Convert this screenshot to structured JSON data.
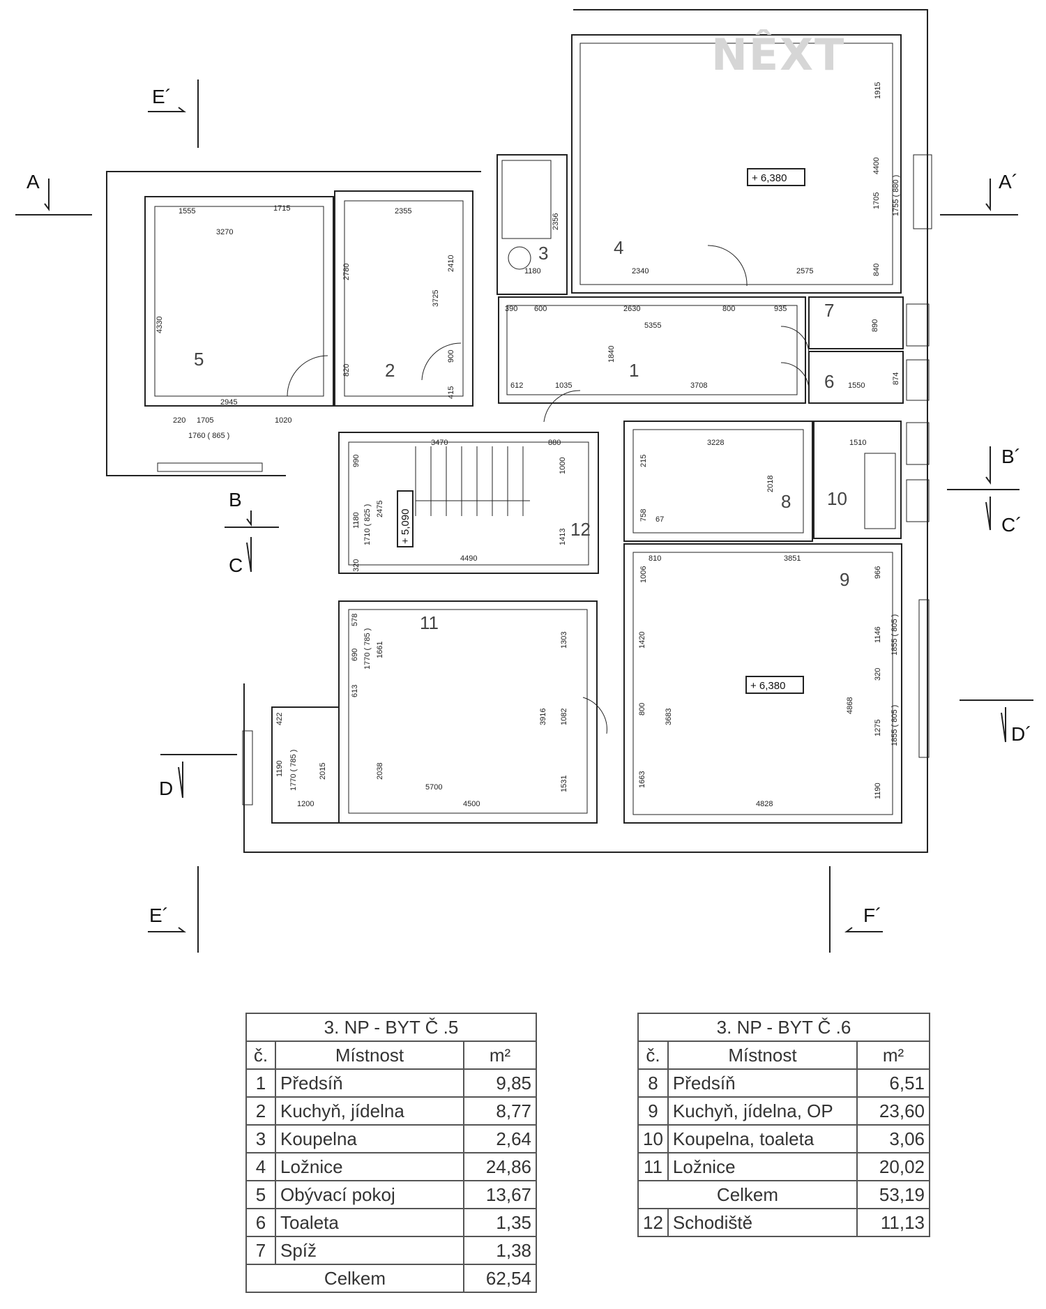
{
  "logo": "NÊXT",
  "section_marks": {
    "A": "A",
    "A_prime": "A´",
    "B": "B",
    "B_prime": "B´",
    "C": "C",
    "C_prime": "C´",
    "D": "D",
    "D_prime": "D´",
    "E_top": "E´",
    "E_bottom": "E´",
    "F_prime": "F´"
  },
  "levels": {
    "upper": "+ 6,380",
    "lower": "+ 6,380",
    "stair": "+ 5,090"
  },
  "rooms": {
    "r1": "1",
    "r2": "2",
    "r3": "3",
    "r4": "4",
    "r5": "5",
    "r6": "6",
    "r7": "7",
    "r8": "8",
    "r9": "9",
    "r10": "10",
    "r11": "11",
    "r12": "12"
  },
  "dims": {
    "d1555": "1555",
    "d1715": "1715",
    "d3270": "3270",
    "d2355": "2355",
    "d2410": "2410",
    "d2780": "2780",
    "d3725": "3725",
    "d4330": "4330",
    "d820": "820",
    "d900": "900",
    "d415": "415",
    "d2945": "2945",
    "d220": "220",
    "d1705": "1705",
    "d1020": "1020",
    "d1760": "1760 ( 865 )",
    "d2356": "2356",
    "d1180": "1180",
    "d1915": "1915",
    "d4400": "4400",
    "d1705b": "1705",
    "d1755": "1755 ( 880 )",
    "d840": "840",
    "d2340": "2340",
    "d2575": "2575",
    "d390": "390",
    "d600": "600",
    "d2630": "2630",
    "d800": "800",
    "d935": "935",
    "d5355": "5355",
    "d1840": "1840",
    "d612": "612",
    "d1035": "1035",
    "d3708": "3708",
    "d890": "890",
    "d1550": "1550",
    "d874": "874",
    "d3470": "3470",
    "d880": "880",
    "d3228": "3228",
    "d1510": "1510",
    "d990": "990",
    "d1000": "1000",
    "d1180b": "1180",
    "d1710": "1710 ( 825 )",
    "d2475": "2475",
    "d1413": "1413",
    "d4490": "4490",
    "d320": "320",
    "d215": "215",
    "d2018": "2018",
    "d758": "758",
    "d67": "67",
    "d810": "810",
    "d3851": "3851",
    "d1006": "1006",
    "d966": "966",
    "d578": "578",
    "d690": "690",
    "d1770": "1770 ( 785 )",
    "d1661": "1661",
    "d613": "613",
    "d1303": "1303",
    "d3916": "3916",
    "d1082": "1082",
    "d1420": "1420",
    "d800b": "800",
    "d3683": "3683",
    "d4868": "4868",
    "d1146": "1146",
    "d1855a": "1855 ( 805 )",
    "d320b": "320",
    "d1275": "1275",
    "d1855b": "1855 ( 805 )",
    "d422": "422",
    "d1190": "1190",
    "d1770b": "1770 ( 785 )",
    "d2015": "2015",
    "d2038": "2038",
    "d5700": "5700",
    "d1531": "1531",
    "d1663": "1663",
    "d4828": "4828",
    "d1190b": "1190",
    "d1200": "1200",
    "d4500": "4500"
  },
  "table5": {
    "title": "3. NP - BYT Č .5",
    "headers": {
      "no": "č.",
      "room": "Místnost",
      "area": "m²"
    },
    "rows": [
      {
        "no": "1",
        "room": "Předsíň",
        "area": "9,85"
      },
      {
        "no": "2",
        "room": "Kuchyň, jídelna",
        "area": "8,77"
      },
      {
        "no": "3",
        "room": "Koupelna",
        "area": "2,64"
      },
      {
        "no": "4",
        "room": "Ložnice",
        "area": "24,86"
      },
      {
        "no": "5",
        "room": "Obývací pokoj",
        "area": "13,67"
      },
      {
        "no": "6",
        "room": "Toaleta",
        "area": "1,35"
      },
      {
        "no": "7",
        "room": "Spíž",
        "area": "1,38"
      }
    ],
    "total_label": "Celkem",
    "total_value": "62,54"
  },
  "table6": {
    "title": "3. NP - BYT Č .6",
    "headers": {
      "no": "č.",
      "room": "Místnost",
      "area": "m²"
    },
    "rows": [
      {
        "no": "8",
        "room": "Předsíň",
        "area": "6,51"
      },
      {
        "no": "9",
        "room": "Kuchyň, jídelna, OP",
        "area": "23,60"
      },
      {
        "no": "10",
        "room": "Koupelna, toaleta",
        "area": "3,06"
      },
      {
        "no": "11",
        "room": "Ložnice",
        "area": "20,02"
      }
    ],
    "total_label": "Celkem",
    "total_value": "53,19",
    "extra": {
      "no": "12",
      "room": "Schodiště",
      "area": "11,13"
    }
  }
}
